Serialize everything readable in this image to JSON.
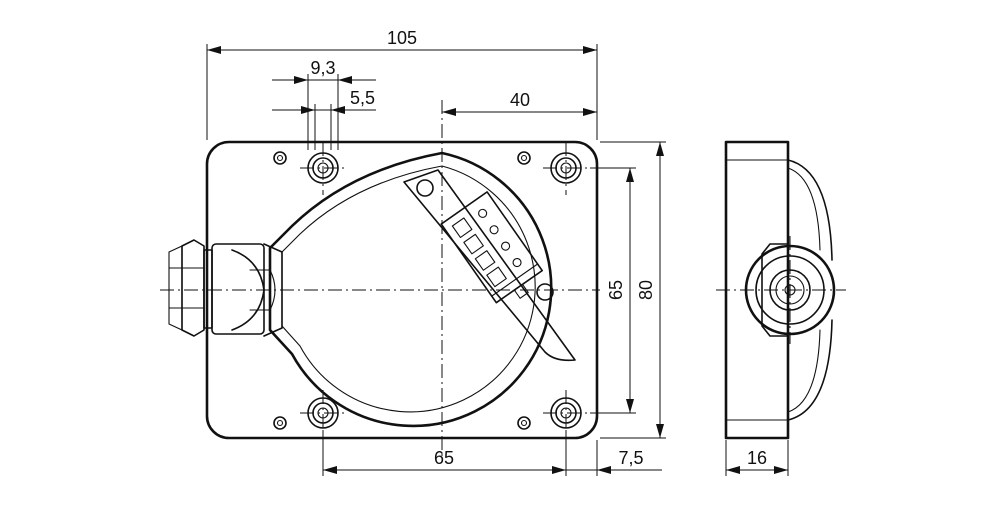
{
  "dimensions": {
    "overall_width": "105",
    "slot_width": "9,3",
    "slot_offset": "5,5",
    "center_to_edge": "40",
    "hole_spacing_v": "65",
    "overall_height": "80",
    "hole_spacing_h": "65",
    "hole_to_edge": "7,5",
    "depth": "16"
  }
}
